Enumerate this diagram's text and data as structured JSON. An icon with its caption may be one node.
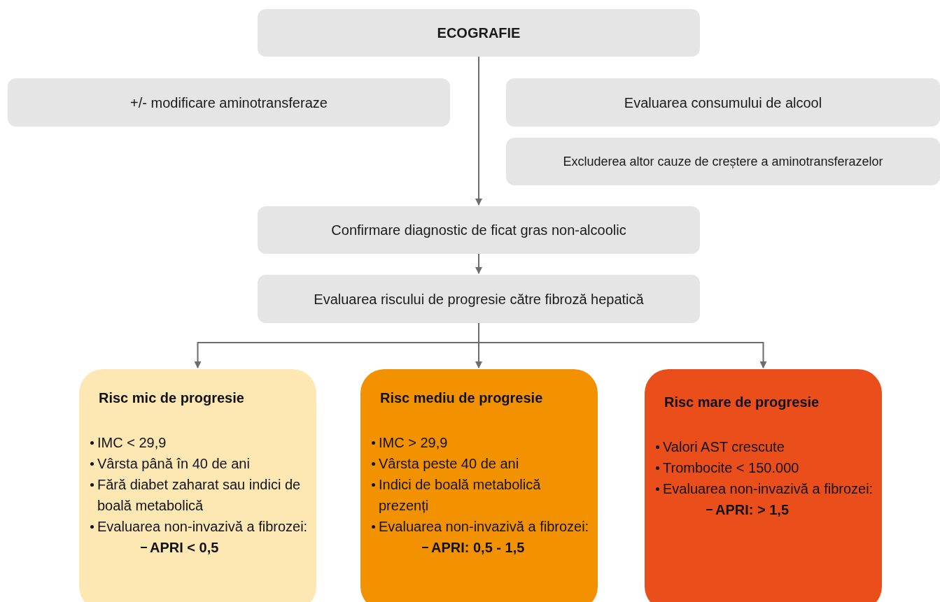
{
  "diagram": {
    "nodes": [
      {
        "text": [
          "ECOGRAFIE"
        ]
      },
      {
        "text": [
          "+/- modificare aminotransferaze"
        ]
      },
      {
        "text": [
          "Evaluarea consumului de alcool"
        ]
      },
      {
        "text": [
          "Excluderea altor cauze de creștere a aminotransferazelor"
        ]
      },
      {
        "text": [
          "Confirmare diagnostic de ficat gras non-alcoolic"
        ]
      },
      {
        "text": [
          "Evaluarea riscului de progresie către fibroză hepatică"
        ]
      },
      {
        "text": [
          "Risc mic de progresie",
          "IMC < 29,9",
          "Vârsta până în 40 de ani",
          "Fără diabet zaharat sau indici de boală metabolică",
          "Evaluarea non-invazivă a fibrozei:",
          "APRI < 0,5"
        ]
      },
      {
        "text": [
          "Risc mediu de progresie",
          "IMC > 29,9",
          "Vârsta peste 40 de ani",
          "Indici de boală metabolică prezenți",
          "Evaluarea non-invazivă a fibrozei:",
          "APRI: 0,5 - 1,5"
        ]
      },
      {
        "text": [
          "Risc mare de progresie",
          "Valori AST crescute",
          "Trombocite < 150.000",
          "Evaluarea non-invazivă a fibrozei:",
          "APRI: > 1,5"
        ]
      }
    ],
    "edges": [
      {
        "from": 0,
        "to": 4,
        "arrow": "to"
      },
      {
        "from": 4,
        "to": 5,
        "arrow": "to"
      },
      {
        "from": 5,
        "to": 6,
        "arrow": "to"
      },
      {
        "from": 5,
        "to": 7,
        "arrow": "to"
      },
      {
        "from": 5,
        "to": 8,
        "arrow": "to"
      }
    ]
  }
}
